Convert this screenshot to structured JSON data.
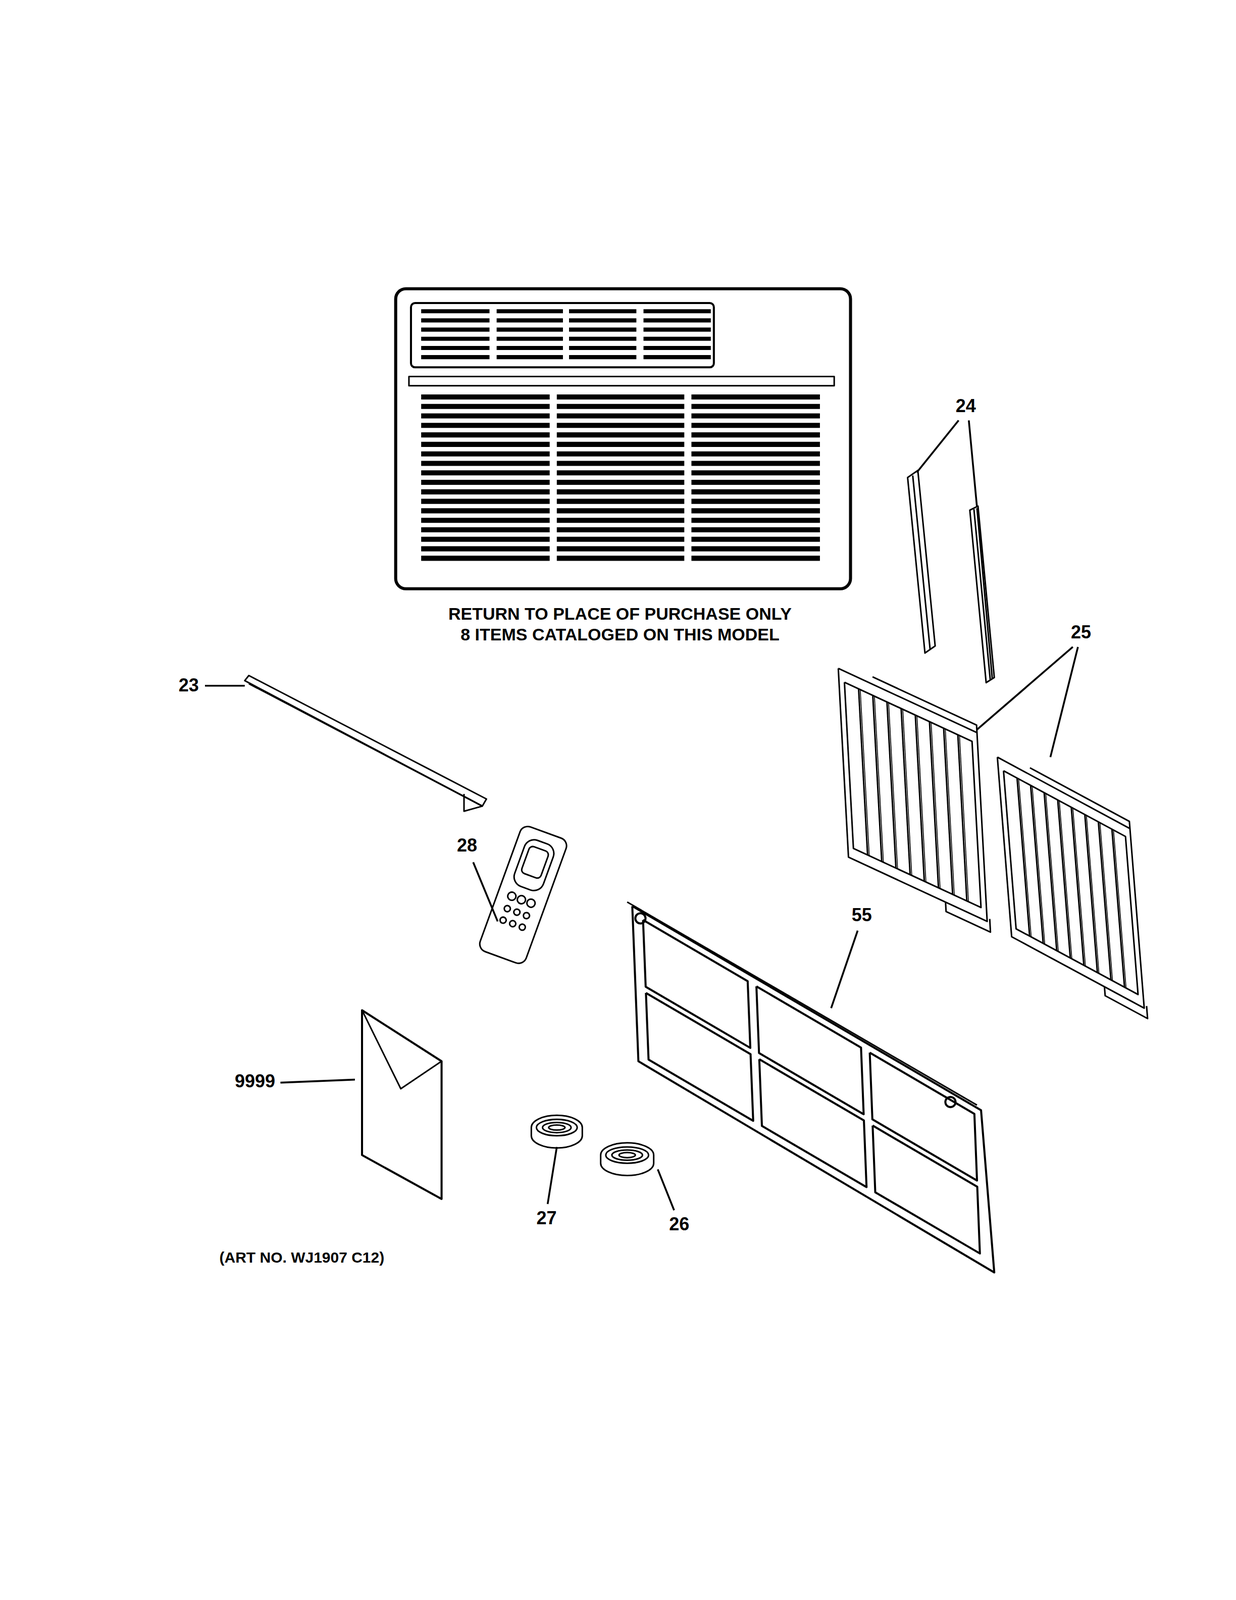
{
  "diagram": {
    "labels": [
      "RETURN TO PLACE OF PURCHASE ONLY 8 ITEMS CATALOGED ON THIS MODEL",
      "24",
      "25",
      "23",
      "28",
      "55",
      "9999",
      "27",
      "26",
      "(ART NO. WJ1907 C12)"
    ]
  }
}
